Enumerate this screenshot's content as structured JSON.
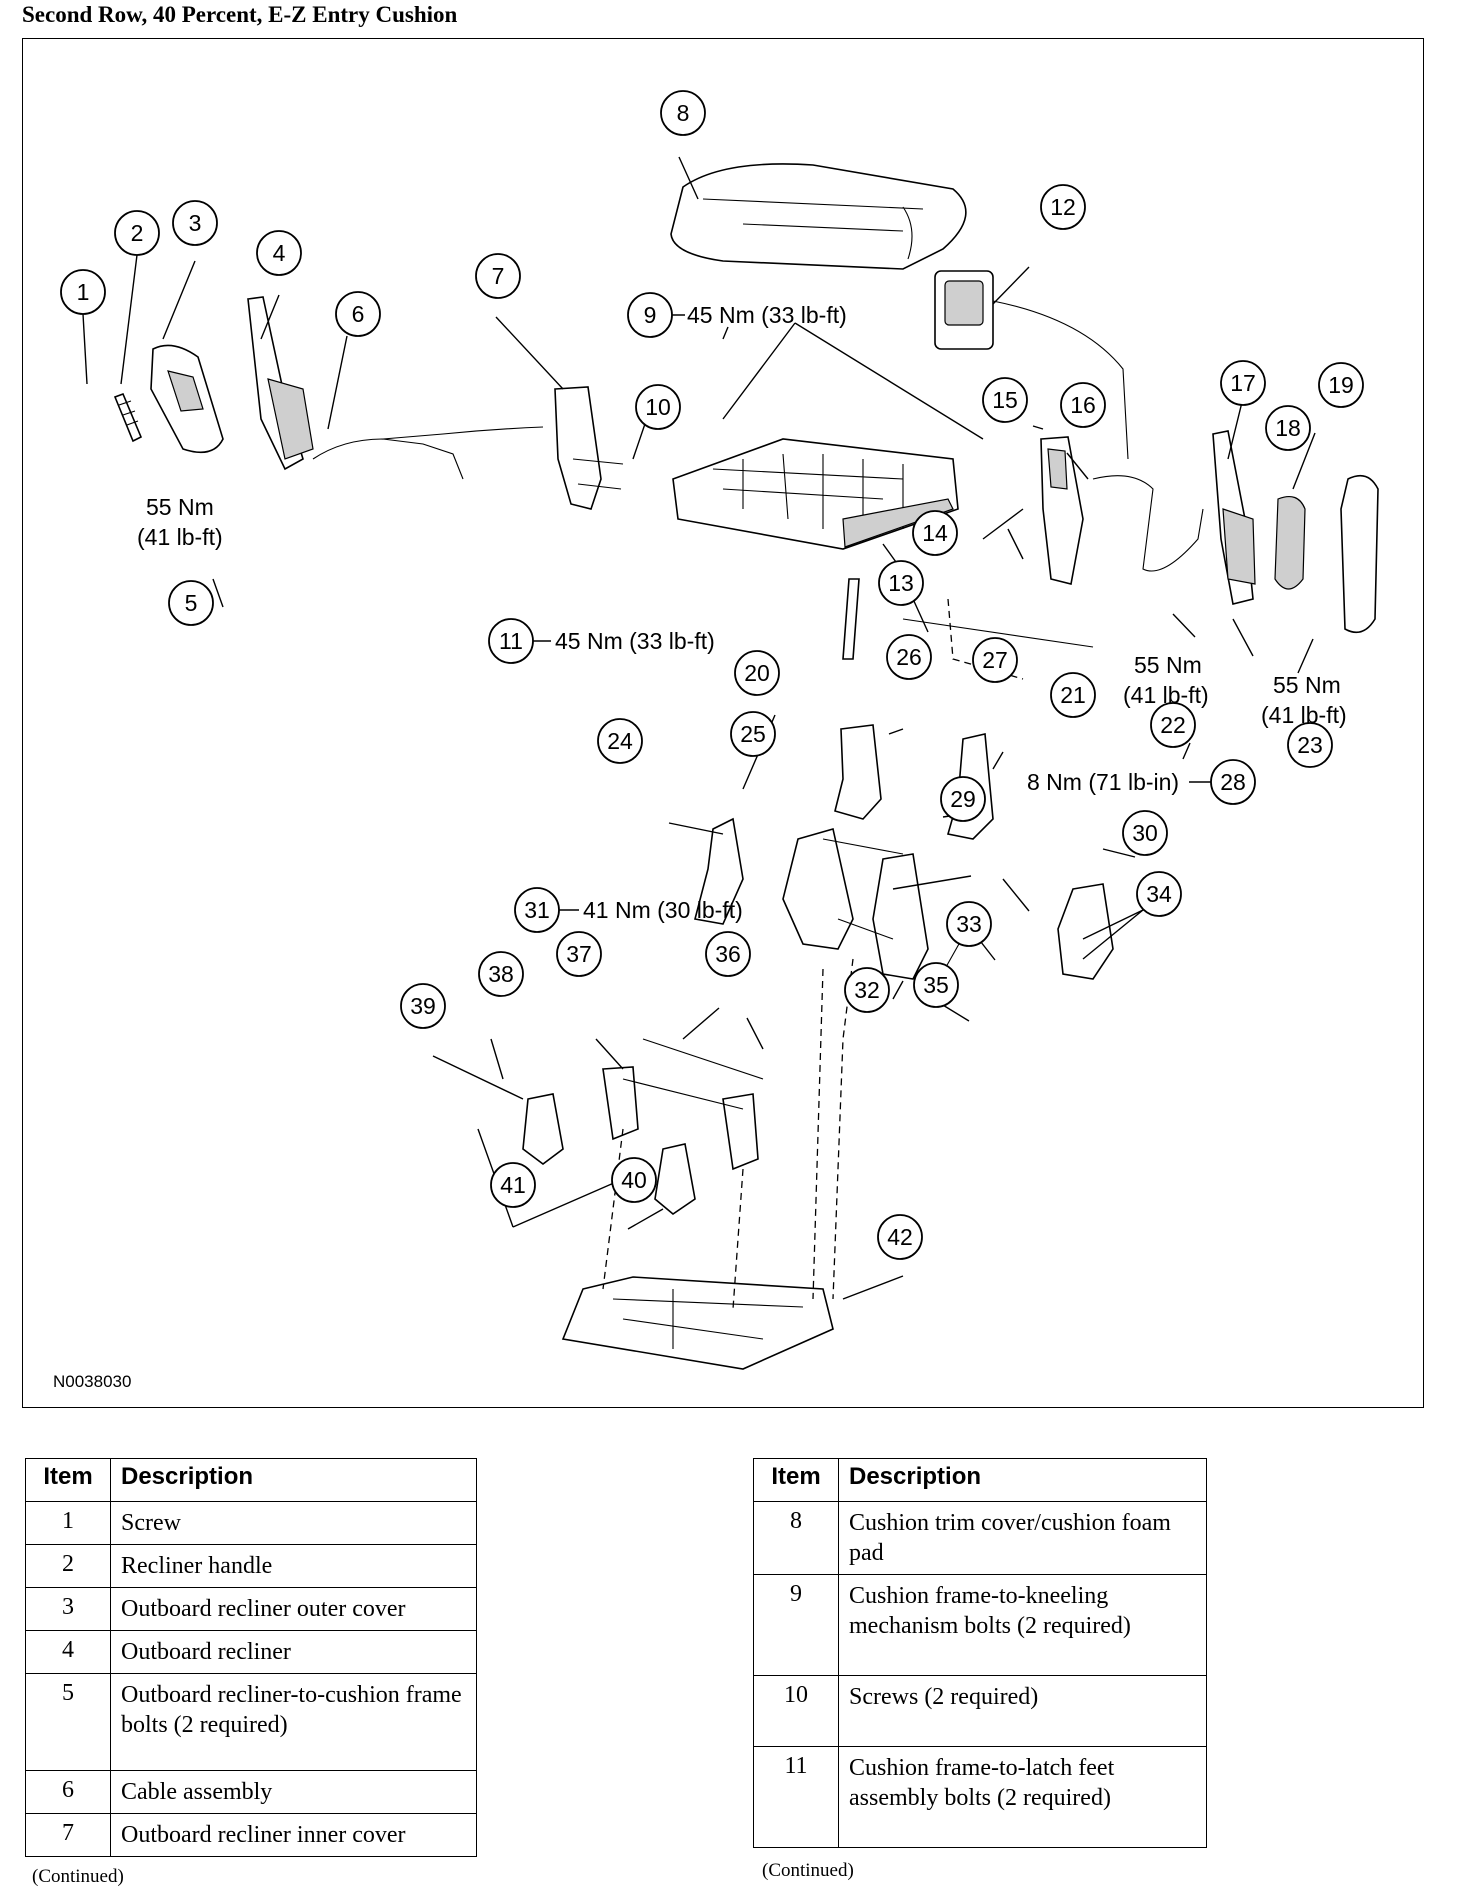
{
  "title": "Second Row, 40 Percent, E-Z Entry Cushion",
  "figure_id": "N0038030",
  "callouts": [
    "1",
    "2",
    "3",
    "4",
    "5",
    "6",
    "7",
    "8",
    "9",
    "10",
    "11",
    "12",
    "13",
    "14",
    "15",
    "16",
    "17",
    "18",
    "19",
    "20",
    "21",
    "22",
    "23",
    "24",
    "25",
    "26",
    "27",
    "28",
    "29",
    "30",
    "31",
    "32",
    "33",
    "34",
    "35",
    "36",
    "37",
    "38",
    "39",
    "40",
    "41",
    "42"
  ],
  "torques": {
    "t5_a": "55 Nm",
    "t5_b": "(41 lb-ft)",
    "t9": "45 Nm (33 lb-ft)",
    "t11": "45 Nm (33 lb-ft)",
    "t22_a": "55 Nm",
    "t22_b": "(41 lb-ft)",
    "t23_a": "55 Nm",
    "t23_b": "(41 lb-ft)",
    "t28": "8 Nm (71 lb-in)",
    "t31": "41 Nm (30 lb-ft)"
  },
  "table_headers": {
    "item": "Item",
    "description": "Description"
  },
  "table_left": [
    {
      "item": "1",
      "description": "Screw"
    },
    {
      "item": "2",
      "description": "Recliner handle"
    },
    {
      "item": "3",
      "description": "Outboard recliner outer cover"
    },
    {
      "item": "4",
      "description": "Outboard recliner"
    },
    {
      "item": "5",
      "description": "Outboard recliner-to-cushion frame bolts (2 required)"
    },
    {
      "item": "6",
      "description": "Cable assembly"
    },
    {
      "item": "7",
      "description": "Outboard recliner inner cover"
    }
  ],
  "table_right": [
    {
      "item": "8",
      "description": "Cushion trim cover/cushion foam pad"
    },
    {
      "item": "9",
      "description": "Cushion frame-to-kneeling mechanism bolts (2 required)"
    },
    {
      "item": "10",
      "description": "Screws (2 required)"
    },
    {
      "item": "11",
      "description": "Cushion frame-to-latch feet assembly bolts (2 required)"
    }
  ],
  "continued_left": "(Continued)",
  "continued_right": "(Continued)"
}
